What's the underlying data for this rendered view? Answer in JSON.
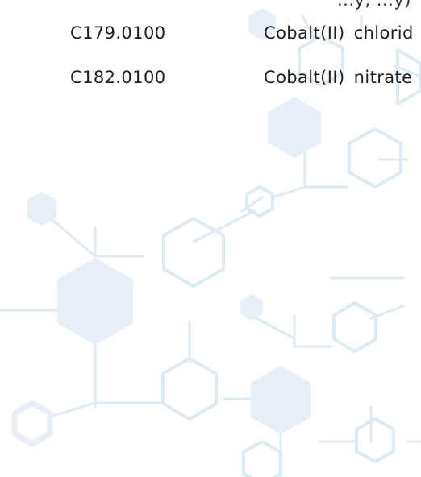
{
  "header": {
    "cut_text": "...y, ...y)"
  },
  "products": [
    {
      "code": "C179.0100",
      "name": "Cobalt(II) chlorid"
    },
    {
      "code": "C182.0100",
      "name": "Cobalt(II) nitrate"
    }
  ],
  "background": {
    "pattern_color": "#eef2f8",
    "fill_color": "#e8eef7",
    "line_color": "#dceaf3",
    "pattern_icon": "molecule-pattern-icon"
  }
}
